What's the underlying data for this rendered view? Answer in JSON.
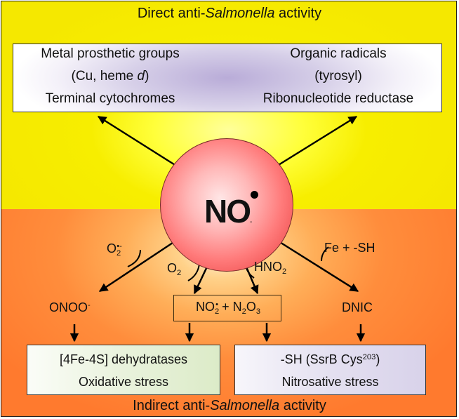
{
  "top_panel": {
    "title_prefix": "Direct anti-",
    "title_italic": "Salmonella",
    "title_suffix": " activity",
    "box": {
      "left_line1": "Metal prosthetic groups",
      "left_line2_prefix": "(Cu, heme ",
      "left_line2_italic": "d",
      "left_line2_suffix": ")",
      "left_line3": "Terminal cytochromes",
      "right_line1": "Organic radicals",
      "right_line2": "(tyrosyl)",
      "right_line3": "Ribonucleotide reductase"
    }
  },
  "center": {
    "label_main": "NO",
    "label_sub": "-"
  },
  "bottom_panel": {
    "title_prefix": "Indirect anti-",
    "title_italic": "Salmonella",
    "title_suffix": " activity",
    "reactants": {
      "superoxide_base": "O",
      "superoxide_sub": "2",
      "superoxide_sup": "•-",
      "oxygen_base": "O",
      "oxygen_sub": "2",
      "nitrous_base": "HNO",
      "nitrous_sub": "2",
      "iron_thiol": "Fe + -SH"
    },
    "products": {
      "peroxynitrite_base": "ONOO",
      "peroxynitrite_sup": "-",
      "no2_base": "NO",
      "no2_sub": "2",
      "no2_sup": "•",
      "plus": " + N",
      "n2o3_sub1": "2",
      "n2o3_mid": "O",
      "n2o3_sub2": "3",
      "dnic": "DNIC"
    },
    "left_box": {
      "line1": "[4Fe-4S] dehydratases",
      "line2": "Oxidative stress"
    },
    "right_box": {
      "line1_prefix": "-SH (SsrB Cys",
      "line1_sup": "203",
      "line1_suffix": ")",
      "line2": "Nitrosative stress"
    }
  }
}
